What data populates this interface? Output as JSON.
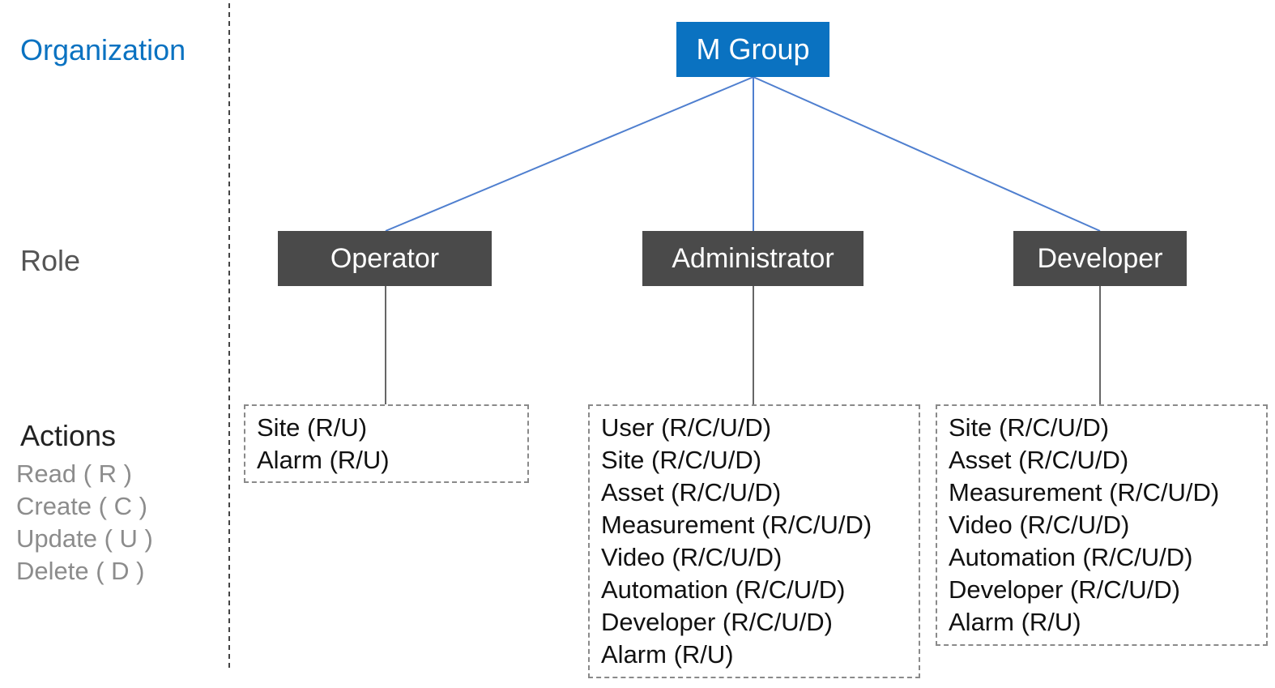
{
  "colors": {
    "organization": "#0a72c1",
    "role_node": "#4a4a4a",
    "connector_org": "#4f7fcf",
    "connector_role": "#666666",
    "legend_text": "#8c8c8c"
  },
  "sidebar": {
    "organization_label": "Organization",
    "role_label": "Role",
    "actions_label": "Actions",
    "legend": [
      "Read ( R )",
      "Create ( C )",
      "Update ( U )",
      "Delete ( D )"
    ]
  },
  "organization": {
    "name": "M Group"
  },
  "roles": [
    {
      "name": "Operator",
      "actions": [
        "Site (R/U)",
        "Alarm (R/U)"
      ]
    },
    {
      "name": "Administrator",
      "actions": [
        "User (R/C/U/D)",
        "Site (R/C/U/D)",
        "Asset (R/C/U/D)",
        "Measurement (R/C/U/D)",
        "Video (R/C/U/D)",
        "Automation (R/C/U/D)",
        "Developer (R/C/U/D)",
        "Alarm (R/U)"
      ]
    },
    {
      "name": "Developer",
      "actions": [
        "Site (R/C/U/D)",
        "Asset (R/C/U/D)",
        "Measurement (R/C/U/D)",
        "Video (R/C/U/D)",
        "Automation (R/C/U/D)",
        "Developer (R/C/U/D)",
        "Alarm (R/U)"
      ]
    }
  ]
}
